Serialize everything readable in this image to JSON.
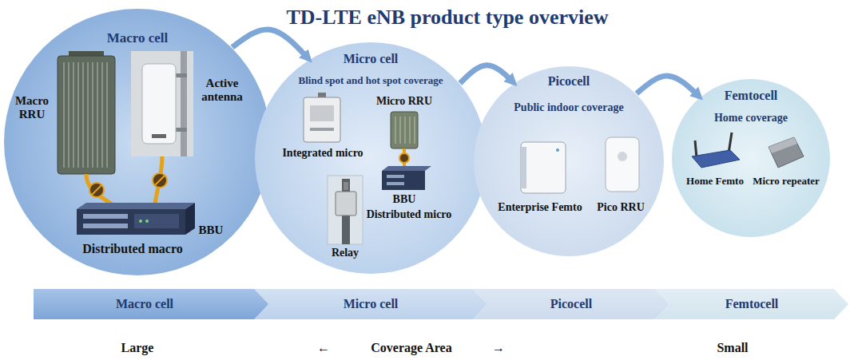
{
  "diagram": {
    "title": "TD-LTE eNB product type overview",
    "nodes": [
      {
        "text": [
          "Macro cell"
        ]
      },
      {
        "text": [
          "Micro cell",
          "Blind spot and hot spot coverage"
        ]
      },
      {
        "text": [
          "Picocell",
          "Public indoor coverage"
        ]
      },
      {
        "text": [
          "Femtocell",
          "Home coverage"
        ]
      },
      {
        "text": [
          "Macro cell"
        ]
      },
      {
        "text": [
          "Micro cell"
        ]
      },
      {
        "text": [
          "Picocell"
        ]
      },
      {
        "text": [
          "Femtocell"
        ]
      }
    ],
    "edges": [
      {
        "from": 0,
        "to": 1,
        "arrow": "to"
      },
      {
        "from": 1,
        "to": 2,
        "arrow": "to"
      },
      {
        "from": 2,
        "to": 3,
        "arrow": "to"
      }
    ],
    "labels": [
      "Macro RRU",
      "Active antenna",
      "BBU",
      "Distributed macro",
      "Integrated micro",
      "Micro RRU",
      "BBU",
      "Distributed micro",
      "Relay",
      "Enterprise Femto",
      "Pico RRU",
      "Home Femto",
      "Micro repeater",
      "Large",
      "←",
      "Coverage Area",
      "→",
      "Small"
    ]
  }
}
